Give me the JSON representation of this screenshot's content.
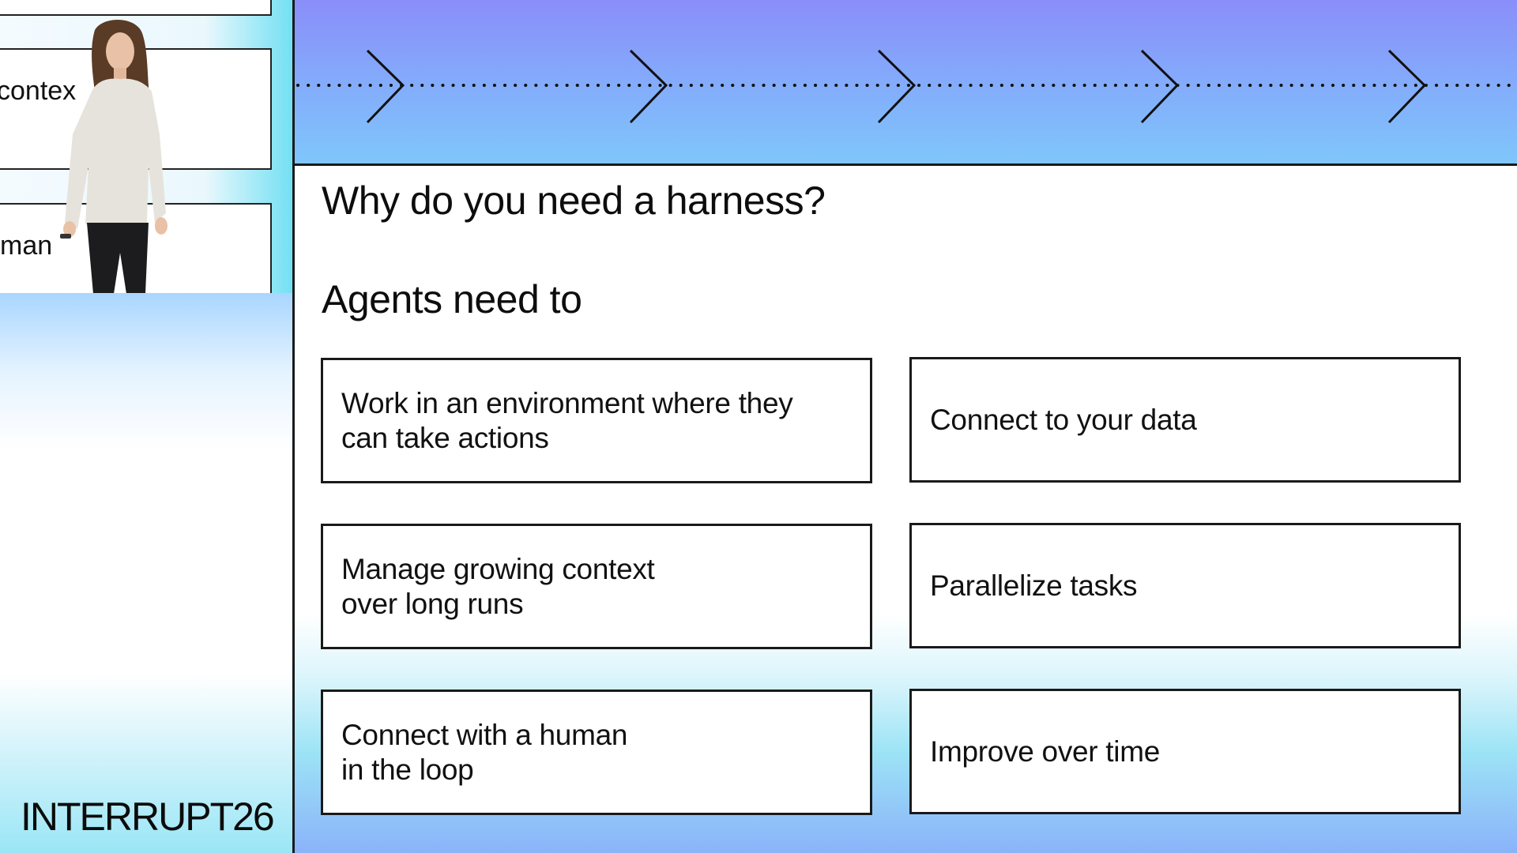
{
  "camera": {
    "partial_text_1": "contex",
    "partial_text_2": "man"
  },
  "brand": {
    "logo_text": "INTERRUPT26"
  },
  "slide": {
    "title": "Why do you need a harness?",
    "subtitle": "Agents need to",
    "cards": [
      {
        "text": "Work in an environment where they\ncan take actions"
      },
      {
        "text": "Connect to your data"
      },
      {
        "text": "Manage growing context\nover long runs"
      },
      {
        "text": "Parallelize tasks"
      },
      {
        "text": "Connect with a human\nin the loop"
      },
      {
        "text": "Improve over time"
      }
    ]
  },
  "colors": {
    "banner_top": "#8a8ef9",
    "banner_bottom": "#7fc6fb",
    "accent_cyan": "#8fe3f6",
    "border": "#1a1a1a"
  },
  "icons": [
    "chevron-right-icon",
    "dotted-line"
  ]
}
